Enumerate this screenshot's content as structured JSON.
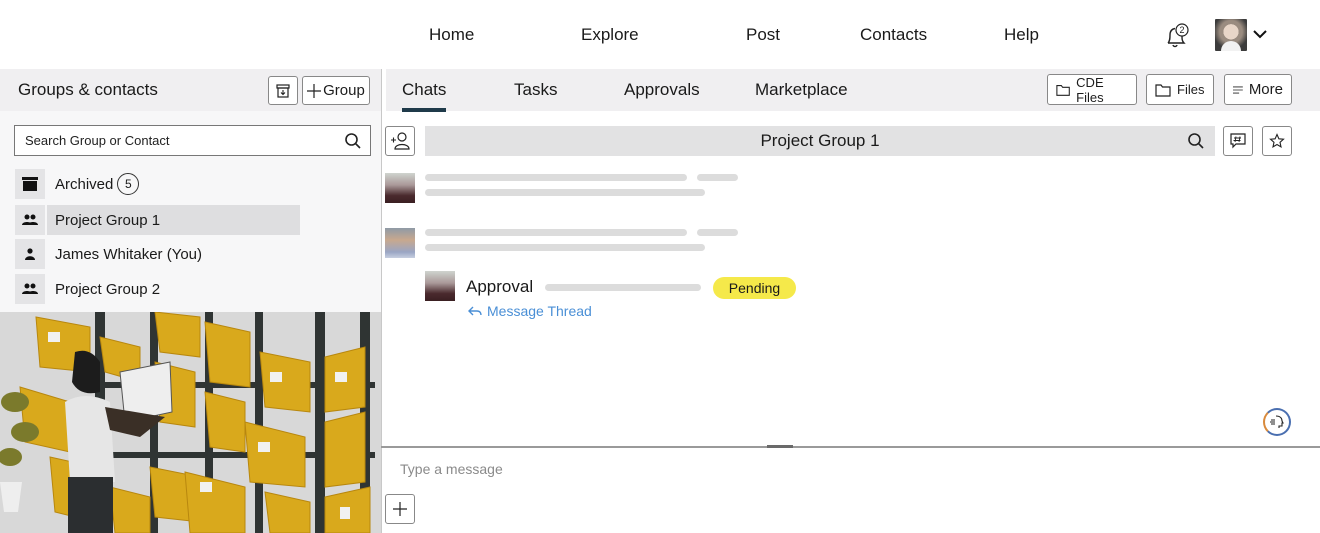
{
  "topnav": {
    "links": [
      "Home",
      "Explore",
      "Post",
      "Contacts",
      "Help"
    ],
    "notifications_count": "2"
  },
  "left_panel": {
    "title": "Groups & contacts",
    "add_group_label": "Group",
    "search": {
      "placeholder": "Search Group or Contact",
      "value": ""
    },
    "archived": {
      "label": "Archived",
      "count": "5"
    },
    "items": [
      {
        "label": "Project Group 1",
        "type": "group",
        "active": true
      },
      {
        "label": "James Whitaker (You)",
        "type": "person",
        "active": false
      },
      {
        "label": "Project Group 2",
        "type": "group",
        "active": false
      }
    ]
  },
  "tabs": {
    "items": [
      "Chats",
      "Tasks",
      "Approvals",
      "Marketplace"
    ],
    "active": "Chats",
    "buttons": {
      "cde_files": "CDE Files",
      "files": "Files",
      "more": "More"
    }
  },
  "chat": {
    "title": "Project Group 1",
    "approval": {
      "label": "Approval",
      "status": "Pending",
      "thread_link": "Message Thread"
    },
    "colors": {
      "pending": "#f5e94a",
      "link": "#4a8fd6",
      "tab_indicator": "#1f3a4a"
    }
  },
  "composer": {
    "placeholder": "Type a message",
    "value": ""
  }
}
